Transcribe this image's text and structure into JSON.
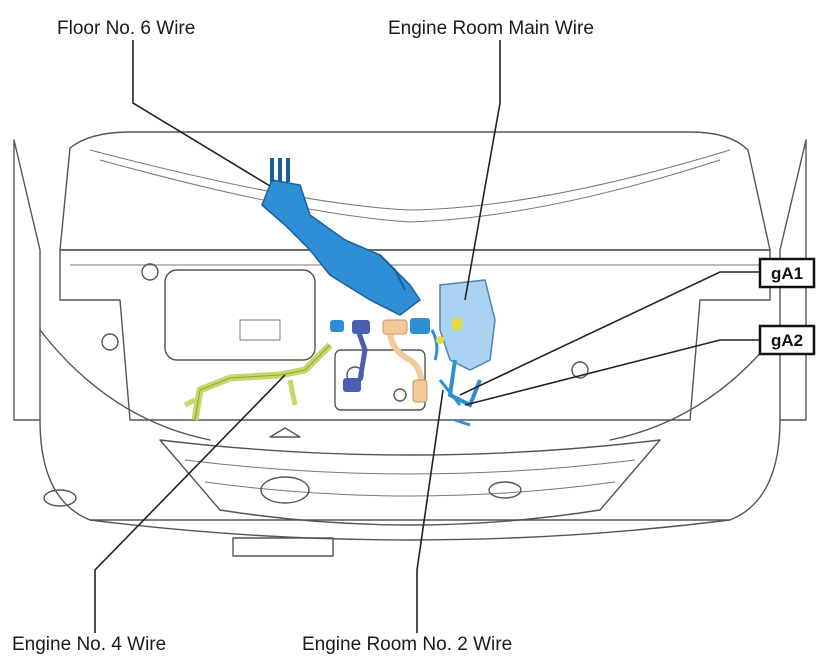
{
  "labels": {
    "floor_no6": "Floor No. 6 Wire",
    "engine_room_main": "Engine Room Main Wire",
    "engine_no4": "Engine No. 4 Wire",
    "engine_room_no2": "Engine Room No. 2 Wire"
  },
  "tags": {
    "ga1": "gA1",
    "ga2": "gA2"
  },
  "colors": {
    "floor_wire": "#2f8fd6",
    "floor_wire_dark": "#1c5f99",
    "engine_room_main_wire": "#a9d3f0",
    "engine_no4_wire": "#c4d86a",
    "engine_room_no2_wire": "#f2c99a",
    "connector_blue": "#4a5fb0",
    "accent_yellow": "#e6d84a"
  }
}
